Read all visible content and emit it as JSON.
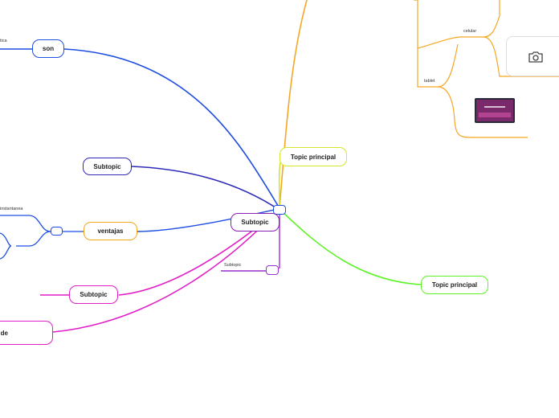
{
  "colors": {
    "blue": "#1f4fe0",
    "indigo": "#2e2ab8",
    "orange": "#f5a623",
    "yellow": "#d4e62a",
    "green": "#5ff22a",
    "magenta": "#e01fc7",
    "purple": "#8a1fb5",
    "dark_purple": "#6a1aa0"
  },
  "nodes": {
    "center": "Subtopic",
    "son": "son",
    "subtopic_left": "Subtopic",
    "ventajas": "ventajas",
    "subtopic_bottom": "Subtopic",
    "de": "de",
    "topic_yellow": "Topic principal",
    "topic_green": "Topic principal"
  },
  "labels": {
    "tica": "tica",
    "instantanea": "instantanea",
    "celular": "celular",
    "tablet": "tablet",
    "subtopic_small": "Subtopic"
  },
  "images": {
    "camera": "camera-icon",
    "tablet": "tablet-image"
  }
}
